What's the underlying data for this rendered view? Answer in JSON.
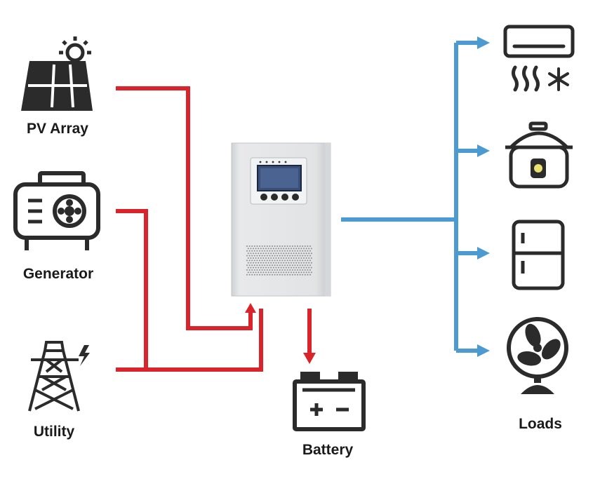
{
  "sources": {
    "pv_array": "PV Array",
    "generator": "Generator",
    "utility": "Utility"
  },
  "battery": "Battery",
  "loads": "Loads",
  "load_icons": [
    "air-conditioner-icon",
    "rice-cooker-icon",
    "refrigerator-icon",
    "fan-icon"
  ],
  "colors": {
    "input_line": "#d9242b",
    "output_line": "#4b9ad1",
    "icon": "#2b2b2b",
    "inverter_body": "#e4e5e7",
    "screen": "#3a4f7a"
  }
}
